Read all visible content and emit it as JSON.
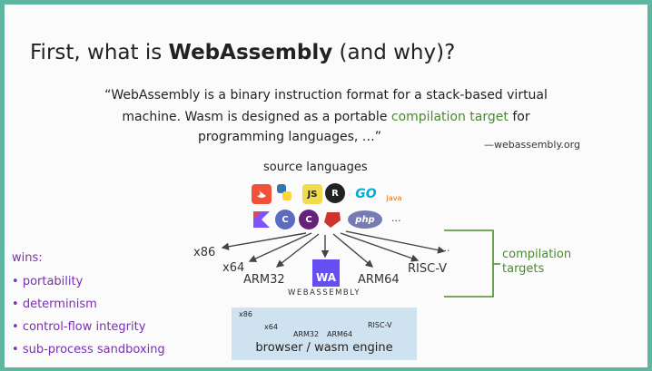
{
  "title": {
    "pre": "First, what is ",
    "bold": "WebAssembly",
    "post": " (and why)?"
  },
  "quote": {
    "line1": "“WebAssembly is a binary instruction format for a stack-based virtual",
    "line2_pre": "machine. Wasm is designed as a portable ",
    "line2_hl": "compilation target",
    "line2_post": " for",
    "line3": "programming languages, …”"
  },
  "attribution": "—webassembly.org",
  "source_languages": {
    "label": "source languages",
    "icons": [
      {
        "name": "swift-icon",
        "text": "",
        "color": "#f05138"
      },
      {
        "name": "python-icon",
        "text": "",
        "color": "#3776ab"
      },
      {
        "name": "javascript-icon",
        "text": "JS",
        "color": "#f0db4f"
      },
      {
        "name": "rust-icon",
        "text": "R",
        "color": "#222222"
      },
      {
        "name": "go-icon",
        "text": "GO",
        "color": "#00add8"
      },
      {
        "name": "java-icon",
        "text": "Java",
        "color": "#e76f00"
      },
      {
        "name": "kotlin-icon",
        "text": "",
        "color": "#7f52ff"
      },
      {
        "name": "c-icon",
        "text": "C",
        "color": "#5c6bc0"
      },
      {
        "name": "csharp-icon",
        "text": "C",
        "color": "#68217a"
      },
      {
        "name": "ruby-icon",
        "text": "",
        "color": "#cc342d"
      },
      {
        "name": "php-icon",
        "text": "php",
        "color": "#777bb3"
      }
    ],
    "more": "..."
  },
  "targets": {
    "x86": "x86",
    "x64": "x64",
    "arm32": "ARM32",
    "arm64": "ARM64",
    "riscv": "RISC-V",
    "more": "..."
  },
  "wasm_logo_text": "WA",
  "wasm_wordmark": "WEBASSEMBLY",
  "compilation_targets": {
    "line1": "compilation",
    "line2": "targets"
  },
  "wins": {
    "title": "wins:",
    "items": [
      "portability",
      "determinism",
      "control-flow integrity",
      "sub-process sandboxing"
    ]
  },
  "engine": {
    "label": "browser / wasm engine",
    "targets": {
      "x86": "x86",
      "x64": "x64",
      "arm32": "ARM32",
      "arm64": "ARM64",
      "riscv": "RISC-V"
    }
  },
  "colors": {
    "accent_green": "#4a8a2e",
    "wins_purple": "#7b2fb3",
    "wasm_purple": "#654ff0",
    "frame_teal": "#5fb7a2",
    "engine_box": "#cfe2ef"
  }
}
